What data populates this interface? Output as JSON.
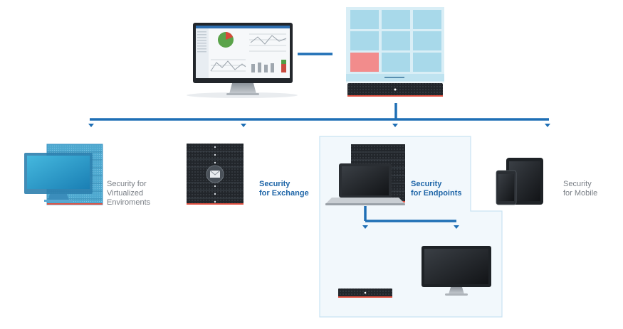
{
  "colors": {
    "accent": "#1f6fb5",
    "label_gray": "#7a7f86",
    "label_blue": "#1f66a8",
    "alert": "#f28c8c",
    "tile": "#a8d9ea",
    "highlight_box": "#f2f8fc",
    "highlight_border": "#c9e3f2"
  },
  "nodes": {
    "virtualized": {
      "lines": [
        "Security for",
        "Virtualized",
        "Enviroments"
      ]
    },
    "exchange": {
      "lines": [
        "Security",
        "for Exchange"
      ]
    },
    "endpoints": {
      "lines": [
        "Security",
        "for Endpoints"
      ]
    },
    "mobile": {
      "lines": [
        "Security",
        "for Mobile"
      ]
    }
  }
}
